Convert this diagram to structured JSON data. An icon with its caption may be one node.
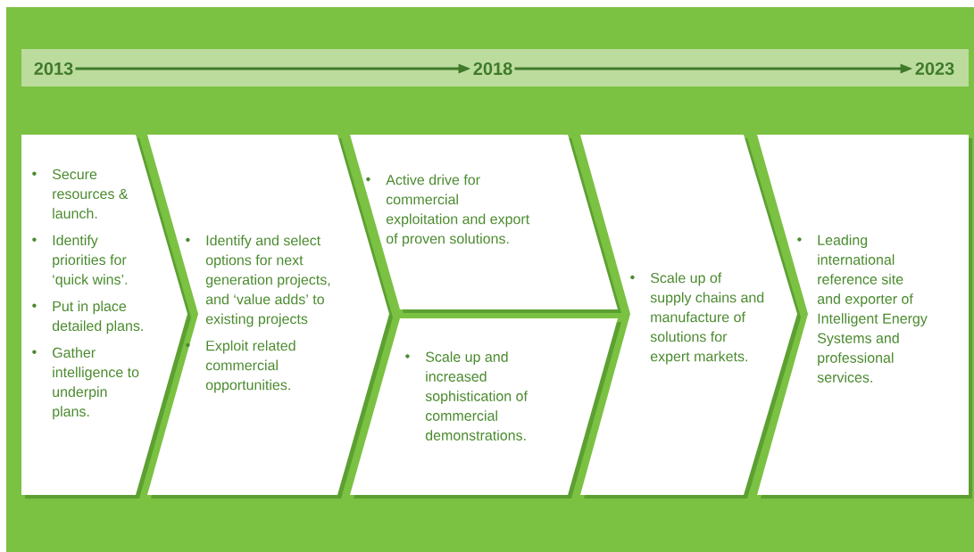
{
  "diagram": {
    "nodes": [
      {
        "text": [
          "2013"
        ]
      },
      {
        "text": [
          "2018"
        ]
      },
      {
        "text": [
          "2023"
        ]
      },
      {
        "text": [
          "Secure resources & launch.",
          "Identify priorities for ‘quick wins’.",
          "Put in place detailed plans.",
          "Gather intelligence to underpin plans."
        ]
      },
      {
        "text": [
          "Identify and select options for next generation projects, and ‘value adds’ to existing projects",
          "Exploit related commercial opportunities."
        ]
      },
      {
        "text": [
          "Active drive for commercial exploitation and export of proven solutions."
        ]
      },
      {
        "text": [
          "Scale up and increased sophistication of commercial demonstrations."
        ]
      },
      {
        "text": [
          "Scale up of supply chains and manufacture of solutions for expert markets."
        ]
      },
      {
        "text": [
          "Leading international reference site and exporter of Intelligent Energy Systems and professional services."
        ]
      }
    ],
    "edges": [
      {
        "from": 0,
        "to": 1,
        "arrow": "to"
      },
      {
        "from": 1,
        "to": 2,
        "arrow": "to"
      }
    ]
  }
}
